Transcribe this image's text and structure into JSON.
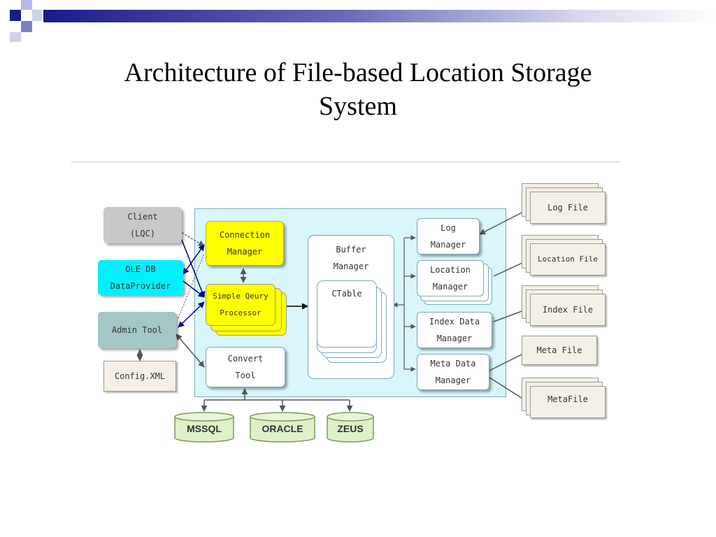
{
  "slide": {
    "title_line1": "Architecture of File-based Location Storage",
    "title_line2": "System"
  },
  "colors": {
    "main_panel": "#d9f6fb",
    "client_box": "#c8c8c8",
    "oledb_box": "#00f0ff",
    "admin_box": "#a3c6c6",
    "yellow_box": "#ffff00",
    "db_cylinder": "#dff0c8",
    "file_note": "#f5f0e6",
    "arrow_blue": "#000088",
    "arrow_gray": "#666666",
    "deco_navy": "#1a1a8a"
  },
  "diagram": {
    "client": {
      "line1": "Client",
      "line2": "(LQC)"
    },
    "oledb": {
      "line1": "OLE DB",
      "line2": "DataProvider"
    },
    "admin_tool": {
      "label": "Admin Tool"
    },
    "config_xml": {
      "label": "Config.XML"
    },
    "connection_manager": {
      "line1": "Connection",
      "line2": "Manager"
    },
    "simple_query": {
      "line1": "Simple Qeury",
      "line2": "Processor"
    },
    "convert_tool": {
      "line1": "Convert",
      "line2": "Tool"
    },
    "buffer_manager": {
      "line1": "Buffer",
      "line2": "Manager"
    },
    "ctable": {
      "label": "CTable"
    },
    "log_manager": {
      "line1": "Log",
      "line2": "Manager"
    },
    "location_manager": {
      "line1": "Location",
      "line2": "Manager"
    },
    "index_data_manager": {
      "line1": "Index Data",
      "line2": "Manager"
    },
    "meta_data_manager": {
      "line1": "Meta Data",
      "line2": "Manager"
    },
    "log_file": {
      "label": "Log File"
    },
    "location_file": {
      "label": "Location File"
    },
    "index_file": {
      "label": "Index File"
    },
    "meta_file": {
      "label": "Meta File"
    },
    "meta_file_table": {
      "label": "MetaFile"
    },
    "db_mssql": {
      "label": "MSSQL"
    },
    "db_oracle": {
      "label": "ORACLE"
    },
    "db_zeus": {
      "label": "ZEUS"
    }
  }
}
